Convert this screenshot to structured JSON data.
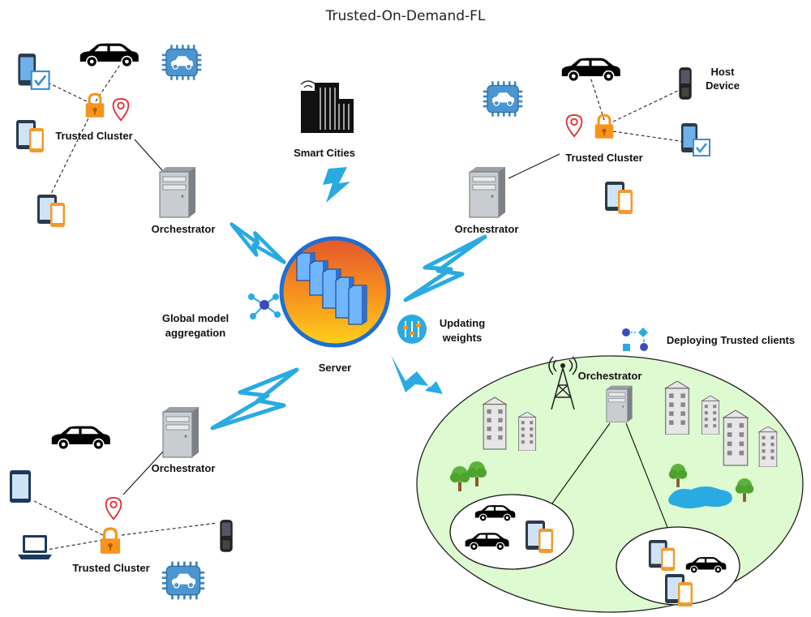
{
  "title": "Trusted-On-Demand-FL",
  "labels": {
    "server": "Server",
    "smart_cities": "Smart Cities",
    "global_model": [
      "Global model",
      "aggregation"
    ],
    "updating_weights": [
      "Updating",
      "weights"
    ],
    "deploying": "Deploying Trusted clients",
    "orchestrator": "Orchestrator",
    "trusted_cluster": "Trusted Cluster",
    "host_device": [
      "Host",
      "Device"
    ]
  },
  "colors": {
    "lightning": "#29abe2",
    "lock": "#f7941d",
    "pin": "#e0303a",
    "city_area": "#ddfad0",
    "chip": "#3f88c5",
    "server_ring": "#1d6fd1"
  },
  "icons": [
    "car-icon",
    "phone-icon",
    "tablet-icon",
    "chip-car-icon",
    "lock-icon",
    "location-pin-icon",
    "server-tower-icon",
    "building-icon",
    "tree-icon",
    "antenna-tower-icon",
    "laptop-icon"
  ]
}
